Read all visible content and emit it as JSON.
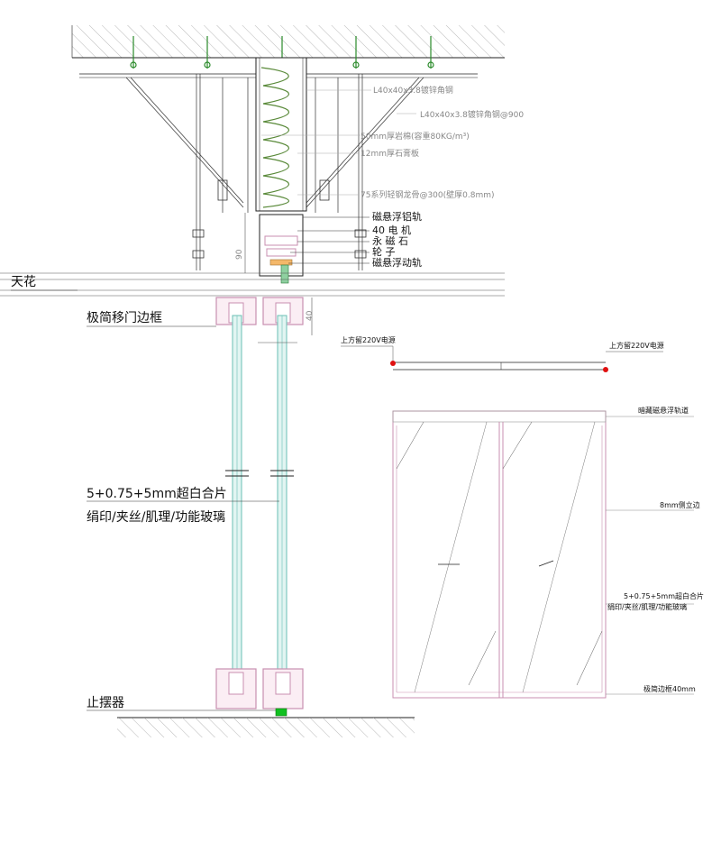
{
  "section_labels": {
    "ceiling": "天花",
    "frame": "极简移门边框",
    "glass_spec_line1": "5+0.75+5mm超白合片",
    "glass_spec_line2": "绢印/夹丝/肌理/功能玻璃",
    "stopper": "止摆器"
  },
  "track_labels": {
    "rail": "磁悬浮铝轨",
    "motor": "40 电 机",
    "magnet": "永 磁 石",
    "wheel": "轮 子",
    "moving_rail": "磁悬浮动轨"
  },
  "faint_labels": {
    "angle_steel_1": "L40x40x3.8镀锌角钢",
    "angle_steel_2": "L40x40x3.8镀锌角钢@900",
    "rock_wool": "50mm厚岩棉(容重80KG/m³)",
    "gypsum": "12mm厚石膏板",
    "keel": "75系列轻钢龙骨@300(壁厚0.8mm)"
  },
  "dims": {
    "height_90": "90",
    "width_40": "40"
  },
  "elevation": {
    "power_left": "上方留220V电源",
    "power_right": "上方留220V电源",
    "hidden_track": "暗藏磁悬浮轨道",
    "side_edge": "8mm侧立边",
    "glass_line1": "5+0.75+5mm超白合片",
    "glass_line2": "绢印/夹丝/肌理/功能玻璃",
    "frame_40": "极简边框40mm"
  },
  "colors": {
    "line": "#222222",
    "pink": "#c98fb0",
    "glass": "#8fd0c8",
    "insulation": "#5a8a3a",
    "red_dot": "#e01010",
    "stopper_green": "#10c020"
  }
}
